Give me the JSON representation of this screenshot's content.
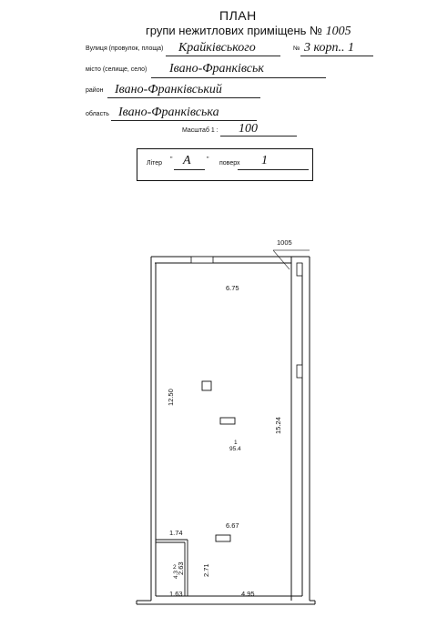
{
  "header": {
    "title": "ПЛАН",
    "subtitle_prefix": "групи нежитлових приміщень №",
    "group_number": "1005"
  },
  "address": {
    "street_label": "Вулиця (провулок, площа)",
    "street_value": "Крайківського",
    "house_label": "№",
    "house_value": "3 корп.. 1",
    "city_label": "місто (селище, село)",
    "city_value": "Івано-Франківськ",
    "district_label": "район",
    "district_value": "Івано-Франківський",
    "region_label": "область",
    "region_value": "Івано-Франківська",
    "scale_label": "Масштаб 1 :",
    "scale_value": "100"
  },
  "litera": {
    "label": "Літер",
    "open_quote": "\"",
    "value": "А",
    "close_quote": "\"",
    "floor_label": "поверх",
    "floor_value": "1"
  },
  "plan": {
    "group_mark": "1005",
    "dim_top": "6.75",
    "dim_left": "12.50",
    "dim_right": "15.24",
    "room1_number": "1",
    "room1_area": "95.4",
    "dim_mid": "6.67",
    "dim_small_top": "1.74",
    "room2_number": "2",
    "room2_area": "4.3",
    "dim_small_v1": "2.63",
    "dim_small_v2": "2.71",
    "dim_bottom_left": "1.63",
    "dim_bottom_right": "4.95"
  }
}
